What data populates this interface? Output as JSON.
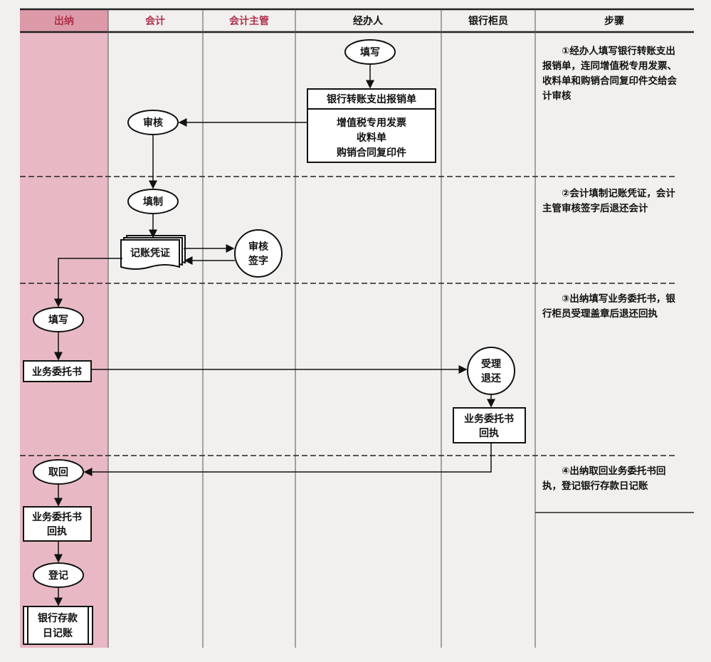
{
  "headers": {
    "cashier": "出纳",
    "accountant": "会计",
    "chief_accountant": "会计主管",
    "handler": "经办人",
    "bank_teller": "银行柜员",
    "steps": "步骤"
  },
  "nodes": {
    "handler_fill": "填写",
    "expense_form": "银行转账支出报销单",
    "attachments": [
      "增值税专用发票",
      "收料单",
      "购销合同复印件"
    ],
    "accountant_review": "审核",
    "accountant_prepare": "填制",
    "voucher": "记账凭证",
    "chief_sign": [
      "审核",
      "签字"
    ],
    "cashier_fill": "填写",
    "entrust_letter": "业务委托书",
    "teller_accept": [
      "受理",
      "退还"
    ],
    "receipt_teller": [
      "业务委托书",
      "回执"
    ],
    "cashier_retrieve": "取回",
    "receipt_cashier": [
      "业务委托书",
      "回执"
    ],
    "cashier_register": "登记",
    "bank_journal": [
      "银行存款",
      "日记账"
    ]
  },
  "steps": [
    "①经办人填写银行转账支出报销单，连同增值税专用发票、收料单和购销合同复印件交给会计审核",
    "②会计填制记账凭证，会计主管审核签字后退还会计",
    "③出纳填写业务委托书，银行柜员受理盖章后退还回执",
    "④出纳取回业务委托书回执，登记银行存款日记账"
  ],
  "colors": {
    "cashier_lane": "#e8b9c4",
    "header_pink": "#b0304c"
  }
}
